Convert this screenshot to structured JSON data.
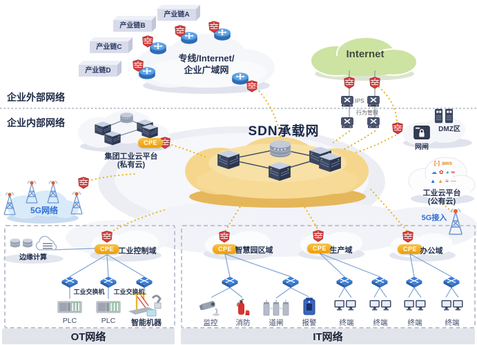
{
  "zones": {
    "external": "企业外部网络",
    "internal": "企业内部网络"
  },
  "industry_chains": [
    {
      "label": "产业链A"
    },
    {
      "label": "产业链B"
    },
    {
      "label": "产业链C"
    },
    {
      "label": "产业链D"
    }
  ],
  "wan_cloud": {
    "line1": "专线/Internet/",
    "line2": "企业广域网"
  },
  "internet_cloud": {
    "label": "Internet"
  },
  "security": {
    "ips": "IPS",
    "behavior_mgmt": "行为管理"
  },
  "dmz": {
    "label": "DMZ区"
  },
  "gatekeeper": {
    "label": "网闸"
  },
  "sdn": {
    "title": "SDN承载网"
  },
  "private_cloud": {
    "name": "集团工业云平台",
    "sub": "(私有云)",
    "cpe": "CPE"
  },
  "public_cloud": {
    "name": "工业云平台",
    "sub": "(公有云)",
    "logos": [
      {
        "glyph": "[-]",
        "color": "#ff6a00"
      },
      {
        "glyph": "aws",
        "color": "#e08b26"
      },
      {
        "glyph": "☁",
        "color": "#2f7bd9"
      },
      {
        "glyph": "✿",
        "color": "#d8342c"
      },
      {
        "glyph": "◕",
        "color": "#1aa3b8"
      },
      {
        "glyph": "∞",
        "color": "#d8342c"
      },
      {
        "glyph": "▲",
        "color": "#2f6bd9"
      },
      {
        "glyph": "▲",
        "color": "#e8a33a"
      },
      {
        "glyph": "≡",
        "color": "#d8342c"
      },
      {
        "glyph": "—",
        "color": "#9aa2ae"
      }
    ]
  },
  "five_g": {
    "network": "5G网络",
    "access": "5G接入"
  },
  "edge": {
    "label": "边缘计算"
  },
  "ot": {
    "bar": "OT网络",
    "cpe": "CPE",
    "domain": "工业控制域",
    "switches": [
      "工业交换机",
      "工业交换机"
    ],
    "devices": [
      "PLC",
      "PLC",
      "智能机器"
    ]
  },
  "it": {
    "bar": "IT网络",
    "domains": [
      {
        "cpe": "CPE",
        "label": "智慧园区域"
      },
      {
        "cpe": "CPE",
        "label": "生产域"
      },
      {
        "cpe": "CPE",
        "label": "办公域"
      }
    ],
    "devices": [
      "监控",
      "消防",
      "道闸",
      "报警",
      "终端",
      "终端",
      "终端",
      "终端"
    ]
  },
  "colors": {
    "sdn_cloud": "#f5d68c",
    "internet_cloud": "#cde3a2",
    "five_g_cloud": "#d9eaf9",
    "accent_dotted": "#e6b41e",
    "cpe_orange": "#ee9d07",
    "firewall_red": "#d64040",
    "switch_blue": "#3f80d4",
    "navy": "#2c3650",
    "blue_text": "#2f6fd6",
    "bar_gray": "#e2e4eb"
  }
}
